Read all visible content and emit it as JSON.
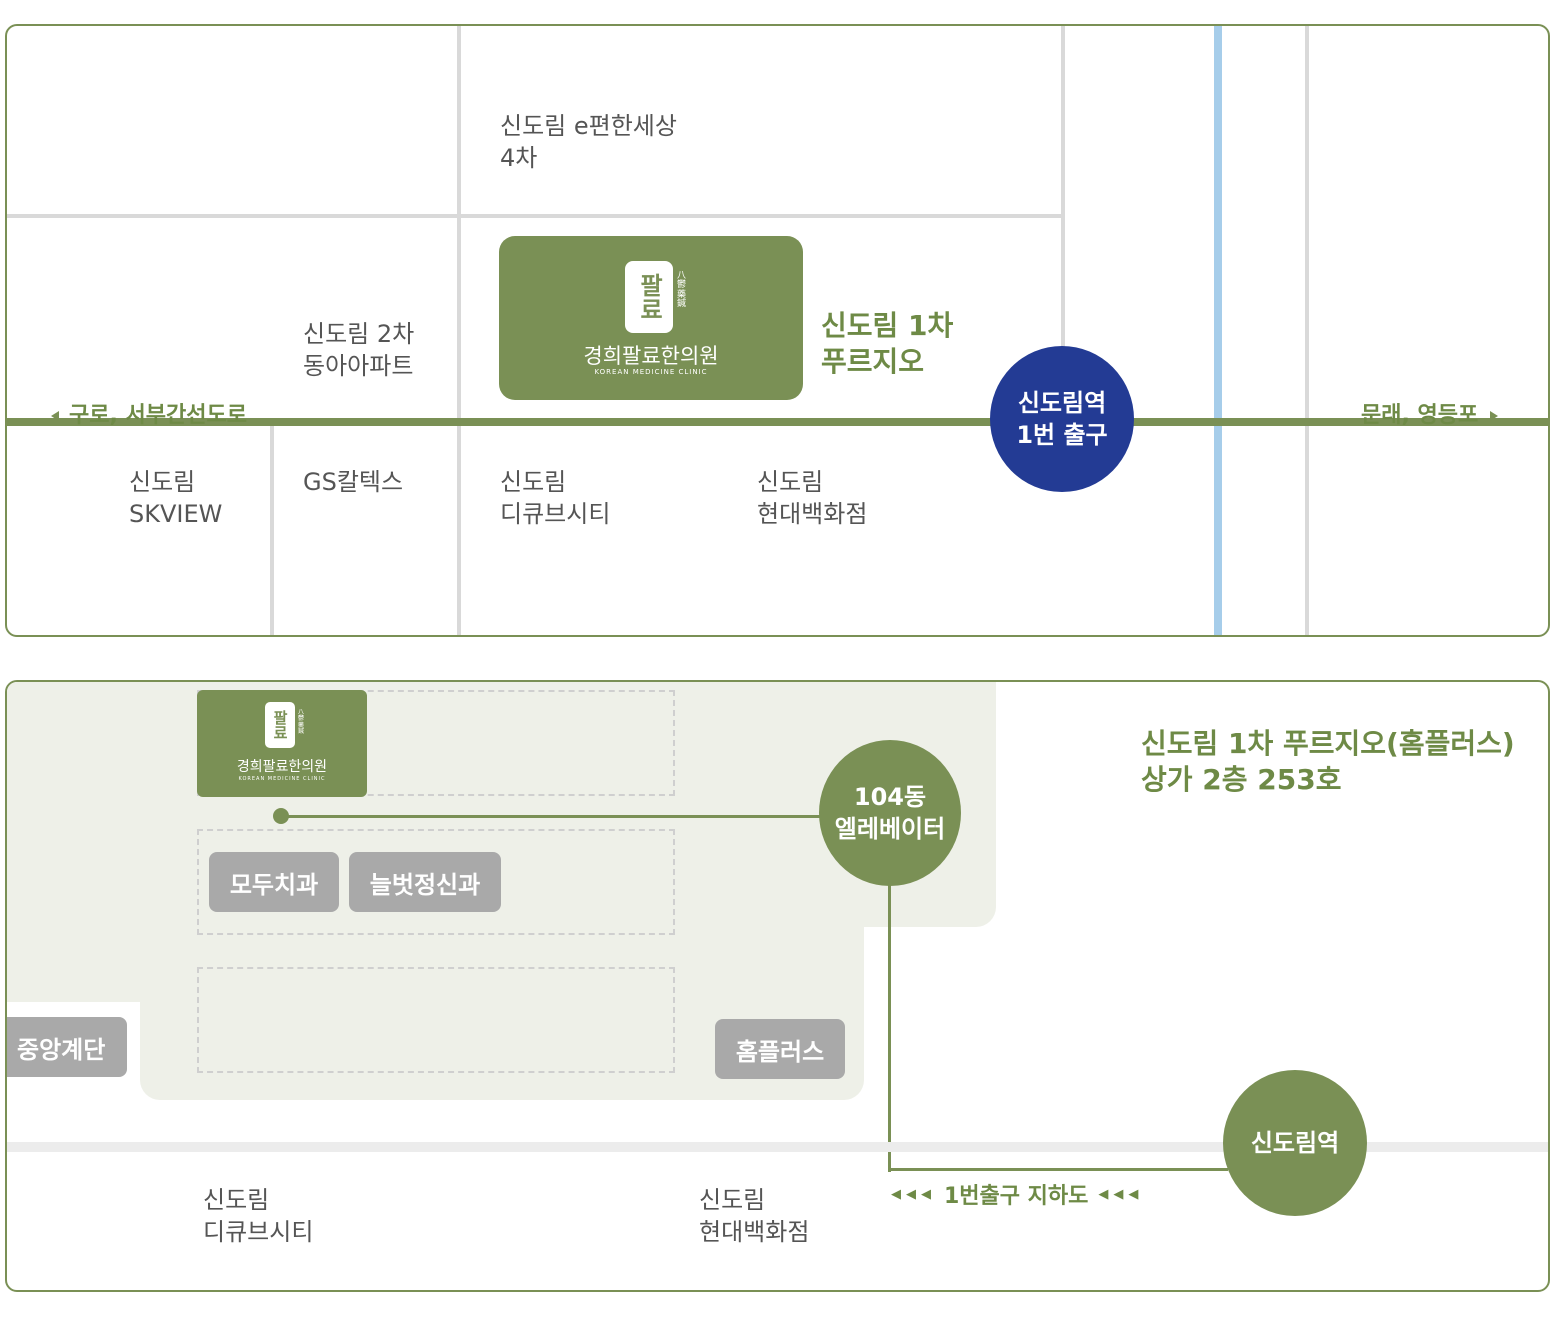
{
  "colors": {
    "brand_green": "#7a9055",
    "station_blue": "#233b94",
    "river_blue": "#a6cdea",
    "road_gray": "#d9d9d9",
    "mall_bg": "#eef0e8",
    "button_gray": "#a9a9a9"
  },
  "map1": {
    "clinic": {
      "mark": "팔료",
      "side": "八\n鬱\n藥\n鍼",
      "name": "경희팔료한의원",
      "sub": "KOREAN MEDICINE CLINIC"
    },
    "buildings": {
      "epyeonhan": "신도림 e편한세상\n4차",
      "donga": "신도림 2차\n동아아파트",
      "prugio": "신도림 1차\n푸르지오",
      "skview": "신도림\nSKVIEW",
      "gs": "GS칼텍스",
      "dcube": "신도림\n디큐브시티",
      "hyundai": "신도림\n현대백화점"
    },
    "directions": {
      "left": "구로, 서부간선도로",
      "right": "문래, 영등포"
    },
    "station": "신도림역\n1번 출구"
  },
  "map2": {
    "clinic": {
      "mark": "팔료",
      "side": "八\n鬱\n藥\n鍼",
      "name": "경희팔료한의원",
      "sub": "KOREAN MEDICINE CLINIC"
    },
    "address": "신도림 1차 푸르지오(홈플러스)\n상가 2층 253호",
    "elevator": "104동\n엘레베이터",
    "shops": {
      "dental": "모두치과",
      "psychiatry": "늘벗정신과",
      "homeplus": "홈플러스",
      "stairs": "중앙계단"
    },
    "underpass": "1번출구 지하도",
    "station": "신도림역",
    "buildings": {
      "dcube": "신도림\n디큐브시티",
      "hyundai": "신도림\n현대백화점"
    }
  }
}
